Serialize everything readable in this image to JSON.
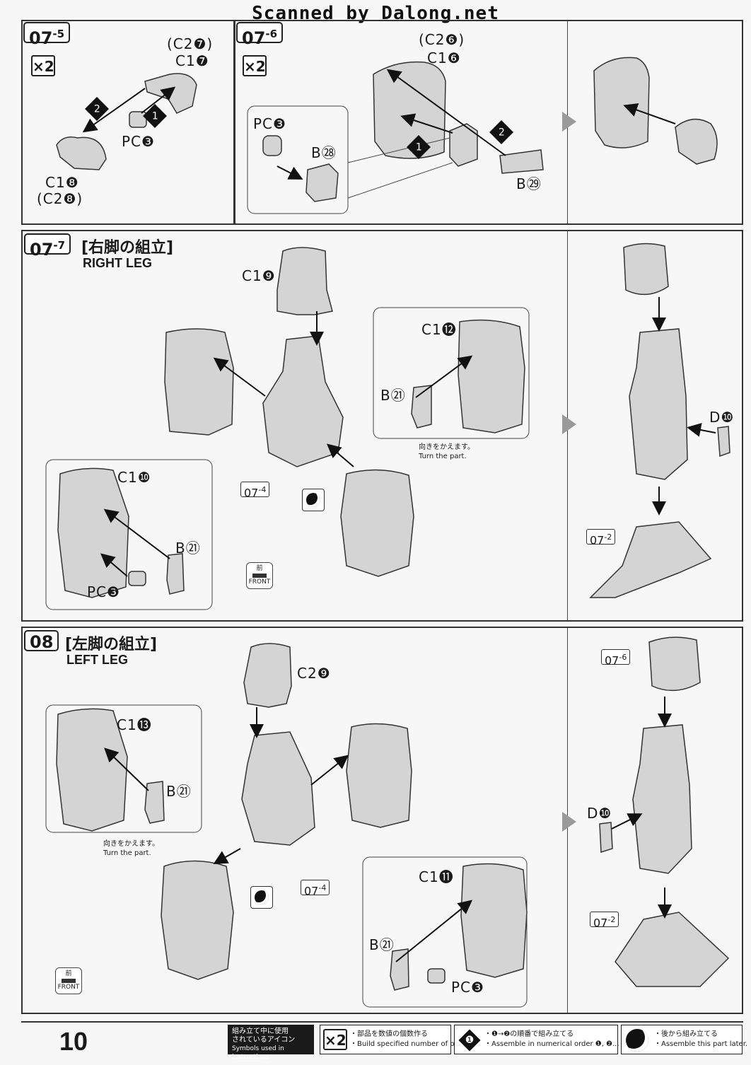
{
  "watermark": "Scanned by Dalong.net",
  "page_number": "10",
  "steps": {
    "s07_5": {
      "num": "07",
      "sub": "-5",
      "multiplier": "×2",
      "labels": {
        "c2_7": "(C2❼)",
        "c1_7": "C1❼",
        "pc3": "PC❸",
        "c1_8": "C1❽",
        "c2_8": "(C2❽)"
      }
    },
    "s07_6": {
      "num": "07",
      "sub": "-6",
      "multiplier": "×2",
      "labels": {
        "c2_6": "(C2❻)",
        "c1_6": "C1❻",
        "pc3": "PC❸",
        "b28": "B㉘",
        "b29": "B㉙"
      }
    },
    "s07_7": {
      "num": "07",
      "sub": "-7",
      "title_jp": "[右脚の組立]",
      "title_en": "RIGHT LEG",
      "labels": {
        "c19": "C1❾",
        "c112": "C1⓬",
        "b21a": "B㉑",
        "turn_jp": "向きをかえます。",
        "turn_en": "Turn the part.",
        "c110": "C1❿",
        "b21b": "B㉑",
        "pc3": "PC❸",
        "ref074": "07",
        "ref074_sub": "-4",
        "d10": "D❿",
        "ref072": "07",
        "ref072_sub": "-2",
        "front_jp": "前",
        "front_en": "FRONT"
      }
    },
    "s08": {
      "num": "08",
      "title_jp": "[左脚の組立]",
      "title_en": "LEFT LEG",
      "labels": {
        "c29": "C2❾",
        "c113": "C1⓭",
        "b21a": "B㉑",
        "turn_jp": "向きをかえます。",
        "turn_en": "Turn the part.",
        "ref074": "07",
        "ref074_sub": "-4",
        "c111": "C1⓫",
        "b21b": "B㉑",
        "pc3": "PC❸",
        "ref076": "07",
        "ref076_sub": "-6",
        "d10": "D❿",
        "ref072": "07",
        "ref072_sub": "-2",
        "front_jp": "前",
        "front_en": "FRONT"
      }
    }
  },
  "legend": {
    "title_jp1": "組み立て中に使用",
    "title_jp2": "されているアイコン",
    "title_en": "Symbols used in instructions",
    "items": [
      {
        "icon": "×2",
        "jp": "・部品を数値の個数作る",
        "en": "・Build specified number of parts."
      },
      {
        "icon": "❶",
        "jp": "・❶→❷の順番で組み立てる",
        "en": "・Assemble in numerical order ❶, ❷..."
      },
      {
        "icon": "●",
        "jp": "・後から組み立てる",
        "en": "・Assemble this part later."
      }
    ]
  }
}
